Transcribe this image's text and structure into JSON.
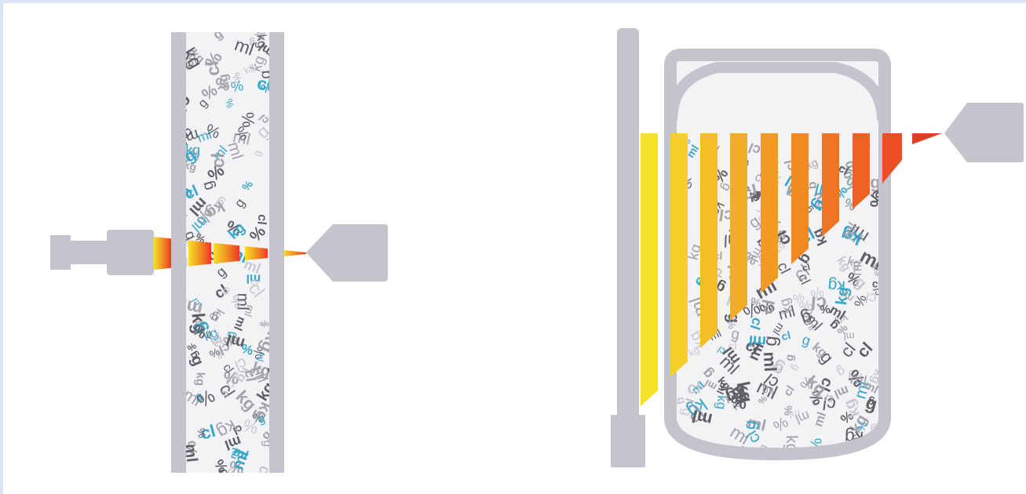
{
  "colors": {
    "frame": "#dbe6f4",
    "metal": "#c4c4cc",
    "fill_bg": "#f3f3f5",
    "gradient_yellow": "#f7e12a",
    "gradient_orange": "#f08a22",
    "gradient_red": "#ea3a24",
    "symbol_dark": "#5e5e66",
    "symbol_mid": "#a3a3ab",
    "symbol_light": "#c9c9cf",
    "symbol_blue": "#3aa6c9"
  },
  "icons": {
    "pipe_source": "radiation-source-icon",
    "pipe_detector": "detector-icon",
    "tank_source": "rod-source-icon",
    "tank_detector": "detector-icon"
  },
  "symbols": [
    "g",
    "kg",
    "cl",
    "ml",
    "%"
  ]
}
